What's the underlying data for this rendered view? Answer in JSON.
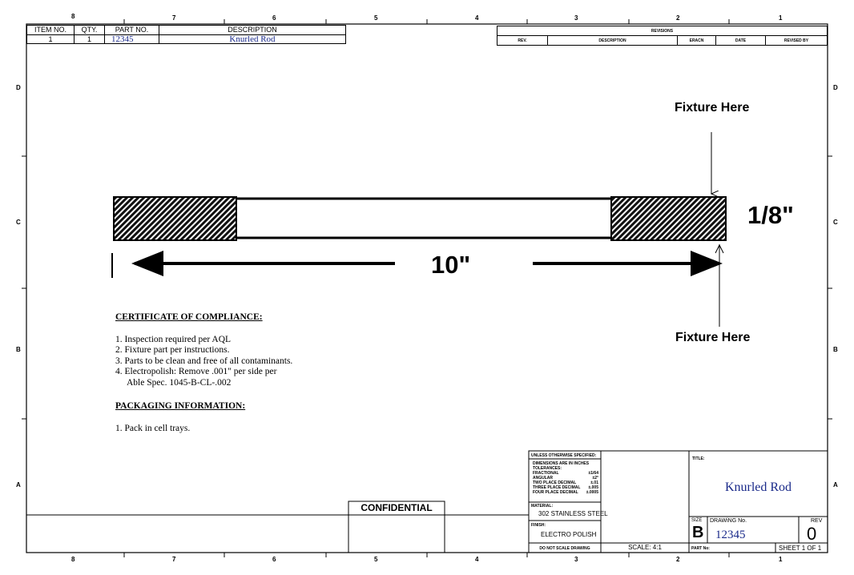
{
  "zones": {
    "numbers": [
      "8",
      "7",
      "6",
      "5",
      "4",
      "3",
      "2",
      "1"
    ],
    "letters": [
      "D",
      "C",
      "B",
      "A"
    ]
  },
  "bom": {
    "headers": [
      "ITEM NO.",
      "QTY.",
      "PART NO.",
      "DESCRIPTION"
    ],
    "row": [
      "1",
      "1",
      "12345",
      "Knurled Rod"
    ]
  },
  "revisions": {
    "title": "REVISIONS",
    "headers": [
      "REV.",
      "DESCRIPTION",
      "ERACN",
      "DATE",
      "REVISED BY"
    ]
  },
  "drawing": {
    "fixture_top": "Fixture Here",
    "fixture_bottom": "Fixture Here",
    "diameter": "1/8\"",
    "length": "10\""
  },
  "notes": {
    "coc_title": "CERTIFICATE OF COMPLIANCE:",
    "coc_items": [
      "1. Inspection required per AQL",
      "2. Fixture part per instructions.",
      "3. Parts to be clean and free of all contaminants.",
      "4.  Electropolish: Remove .001\" per side per",
      "Able Spec. 1045-B-CL-.002"
    ],
    "pack_title": "PACKAGING INFORMATION:",
    "pack_items": [
      "1. Pack in cell trays."
    ]
  },
  "confidential": "CONFIDENTIAL",
  "title_block": {
    "unless": "UNLESS OTHERWISE SPECIFIED:",
    "tolerances": [
      "DIMENSIONS ARE IN INCHES",
      "TOLERANCES:"
    ],
    "tol_rows": [
      [
        "FRACTIONAL",
        "±1/64"
      ],
      [
        "ANGULAR",
        "±2°"
      ],
      [
        "TWO PLACE DECIMAL",
        "±.01"
      ],
      [
        "THREE PLACE DECIMAL",
        "±.005"
      ],
      [
        "FOUR PLACE DECIMAL",
        "±.0005"
      ]
    ],
    "material_label": "MATERIAL:",
    "material": "302 STAINLESS STEEL",
    "finish_label": "FINISH:",
    "finish": "ELECTRO POLISH",
    "no_scale": "DO NOT SCALE DRAWING",
    "scale": "SCALE: 4:1",
    "title_label": "TITLE:",
    "title": "Knurled Rod",
    "size_label": "SIZE",
    "size": "B",
    "dwg_label": "DRAWiNG  No.",
    "dwg_no": "12345",
    "rev_label": "REV",
    "rev": "0",
    "part_label": "PART No:",
    "sheet": "SHEET 1 OF 1"
  }
}
